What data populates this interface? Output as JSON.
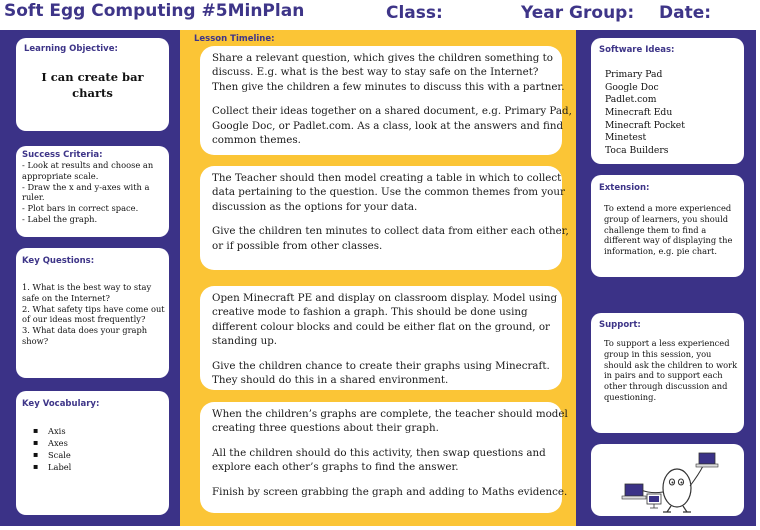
{
  "header": {
    "title": "Soft Egg Computing #5MinPlan",
    "class_label": "Class:",
    "year_group_label": "Year Group:",
    "date_label": "Date:"
  },
  "learning_objective": {
    "heading": "Learning Objective:",
    "line1": "I can create bar",
    "line2": "charts"
  },
  "success_criteria": {
    "heading": "Success Criteria:",
    "lines": [
      "- Look at results and choose an",
      "appropriate scale.",
      "- Draw the x and y-axes with a",
      "ruler.",
      "- Plot bars in correct space.",
      "- Label the graph."
    ]
  },
  "key_questions": {
    "heading": "Key Questions:",
    "lines": [
      "1.  What is the best way to stay",
      "safe on the Internet?",
      "2. What safety tips have come out",
      "of our ideas most frequently?",
      "3. What data does your graph",
      "show?"
    ]
  },
  "key_vocabulary": {
    "heading": "Key Vocabulary:",
    "items": [
      "Axis",
      "Axes",
      "Scale",
      "Label"
    ]
  },
  "lesson": {
    "heading": "Lesson Timeline:",
    "card1": {
      "p1": [
        "Share a relevant question, which gives the children something to",
        "discuss. E.g. what is the best way to stay safe on the Internet?",
        "Then give the children a few minutes to discuss this with a partner."
      ],
      "p2": [
        "Collect their ideas together on a shared document, e.g. Primary Pad,",
        "Google Doc, or Padlet.com.  As a class, look at the answers and find",
        "common themes."
      ]
    },
    "card2": {
      "p1": [
        "The Teacher should then model creating a table in which to collect",
        "data pertaining to the question. Use the common themes from your",
        "discussion as the options for your data."
      ],
      "p2": [
        "Give the children ten minutes to collect data from either each other,",
        "or if possible from other classes."
      ]
    },
    "card3": {
      "p1": [
        "Open Minecraft PE and display on classroom display. Model using",
        "creative mode to fashion a graph. This should be done using",
        "different colour blocks and could be either flat on the ground, or",
        "standing up."
      ],
      "p2": [
        "Give the children chance to create their graphs using Minecraft.",
        "They should do this in a shared environment."
      ]
    },
    "card4": {
      "p1": [
        "When the children’s graphs are complete, the teacher should model",
        "creating three questions about their graph."
      ],
      "p2": [
        "All the children should do this activity, then swap questions and",
        "explore each other’s graphs to find the answer."
      ],
      "p3": [
        "Finish by screen grabbing the graph and adding to Maths evidence."
      ]
    }
  },
  "software_ideas": {
    "heading": "Software Ideas:",
    "items": [
      "Primary Pad",
      "Google Doc",
      "Padlet.com",
      "Minecraft Edu",
      "Minecraft Pocket",
      "Minetest",
      "Toca Builders"
    ]
  },
  "extension": {
    "heading": "Extension:",
    "lines": [
      "To extend a more experienced",
      "group of learners, you should",
      "challenge them to find a",
      "different way of displaying the",
      "information, e.g. pie chart."
    ]
  },
  "support": {
    "heading": "Support:",
    "lines": [
      "To support a less experienced",
      "group in this session, you",
      "should ask the children to work",
      "in pairs and to support each",
      "other through discussion and",
      "questioning."
    ]
  },
  "colors": {
    "purple": "#3b3287",
    "yellow": "#fbc536",
    "heading_purple": "#3e3588"
  },
  "logo_icon": "egg-with-devices-icon"
}
